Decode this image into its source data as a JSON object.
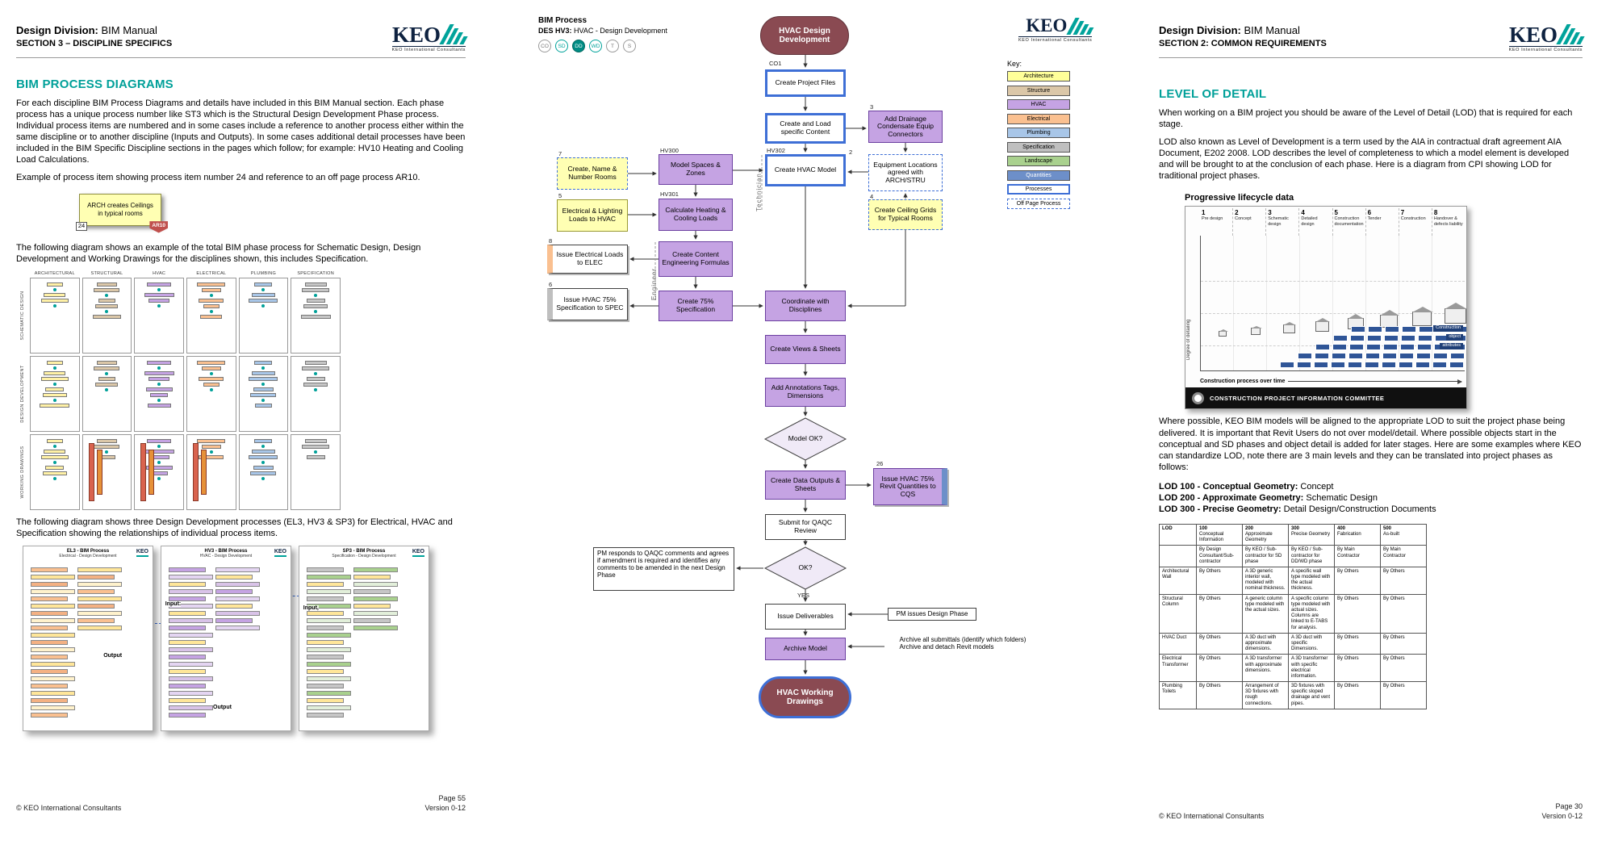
{
  "logo": {
    "text": "KEO",
    "tagline": "KEO International Consultants"
  },
  "left_page": {
    "header": {
      "line1_bold": "Design Division:",
      "line1_rest": " BIM Manual",
      "line2": "SECTION 3 – DISCIPLINE SPECIFICS"
    },
    "heading": "BIM PROCESS DIAGRAMS",
    "para1": "For each discipline BIM Process Diagrams and details have included in this BIM Manual section. Each phase process has a unique process number like ST3 which is the Structural Design Development Phase process. Individual process items are numbered and in some cases include a reference to another process either within the same discipline or to another discipline (Inputs and Outputs). In some cases additional detail processes have been included in the BIM Specific Discipline sections in the pages which follow; for example: HV10 Heating and Cooling Load Calculations.",
    "para2": "Example of process item showing process item number 24 and reference to an off page process AR10.",
    "example_item": {
      "label": "ARCH creates Ceilings in typical rooms",
      "number": "24",
      "ref": "AR10"
    },
    "para3": "The following diagram shows an example of the total BIM phase process for Schematic Design, Design Development and Working Drawings for the disciplines shown, this includes Specification.",
    "matrix": {
      "columns": [
        "ARCHITECTURAL",
        "STRUCTURAL",
        "HVAC",
        "ELECTRICAL",
        "PLUMBING",
        "SPECIFICATION"
      ],
      "rows": [
        "SCHEMATIC DESIGN",
        "DESIGN DEVELOPMENT",
        "WORKING DRAWINGS"
      ]
    },
    "para4": "The following diagram shows three Design Development processes (EL3, HV3 & SP3) for Electrical, HVAC and Specification showing the relationships of individual process items.",
    "thumbnails": [
      {
        "title": "EL3 - BIM Process",
        "subtitle": "Electrical - Design Development",
        "labels": [
          "Output"
        ]
      },
      {
        "title": "HV3 - BIM Process",
        "subtitle": "HVAC - Design Development",
        "labels": [
          "Input:",
          "Output"
        ]
      },
      {
        "title": "SP3 - BIM Process",
        "subtitle": "Specification - Design Development",
        "labels": [
          "Input,"
        ]
      }
    ],
    "footer": {
      "left": "© KEO International Consultants",
      "page": "Page 55",
      "version": "Version 0-12"
    }
  },
  "flowchart": {
    "title": "BIM Process",
    "subtitle_bold": "DES HV3:",
    "subtitle_rest": " HVAC - Design Development",
    "phases": [
      {
        "label": "CO",
        "state": "dim"
      },
      {
        "label": "SD",
        "state": "ring"
      },
      {
        "label": "DD",
        "state": "fill"
      },
      {
        "label": "WD",
        "state": "ring"
      },
      {
        "label": "T",
        "state": "dim"
      },
      {
        "label": "S",
        "state": "dim"
      }
    ],
    "lanes": [
      "Technician",
      "Engineer"
    ],
    "key": {
      "title": "Key:",
      "items": [
        {
          "label": "Architecture",
          "color": "#FFFF99",
          "style": "solid"
        },
        {
          "label": "Structure",
          "color": "#DBC7A8",
          "style": "solid"
        },
        {
          "label": "HVAC",
          "color": "#C5A3E3",
          "style": "solid"
        },
        {
          "label": "Electrical",
          "color": "#FAC090",
          "style": "solid"
        },
        {
          "label": "Plumbing",
          "color": "#A8C6E8",
          "style": "solid"
        },
        {
          "label": "Specification",
          "color": "#BFBFBF",
          "style": "solid"
        },
        {
          "label": "Landscape",
          "color": "#A9D18E",
          "style": "solid"
        },
        {
          "label": "Quantities",
          "color": "#6D8FC9",
          "style": "solid-dark"
        },
        {
          "label": "Processes",
          "color": "#FFFFFF",
          "style": "process"
        },
        {
          "label": "Off Page Process",
          "color": "#FFFFFF",
          "style": "dashed"
        }
      ]
    },
    "nodes": [
      {
        "id": "start",
        "label": "HVAC Design Development",
        "type": "terminator"
      },
      {
        "id": "cpf",
        "label": "Create Project Files",
        "type": "process-blue"
      },
      {
        "id": "clc",
        "label": "Create and Load specific Content",
        "type": "process-blue"
      },
      {
        "id": "addDrain",
        "label": "Add Drainage Condensate Equip Connectors",
        "type": "hvac"
      },
      {
        "id": "chm",
        "label": "Create HVAC Model",
        "type": "process-blue"
      },
      {
        "id": "equip",
        "label": "Equipment Locations agreed with ARCH/STRU",
        "type": "offpage"
      },
      {
        "id": "ceiling",
        "label": "Create Ceiling Grids for Typical Rooms",
        "type": "arch-offpage"
      },
      {
        "id": "rooms",
        "label": "Create, Name & Number Rooms",
        "type": "arch-offpage"
      },
      {
        "id": "spaces",
        "label": "Model Spaces & Zones",
        "type": "hvac"
      },
      {
        "id": "elecLight",
        "label": "Electrical & Lighting Loads to HVAC",
        "type": "arch"
      },
      {
        "id": "calcHeat",
        "label": "Calculate Heating & Cooling Loads",
        "type": "hvac"
      },
      {
        "id": "issueElec",
        "label": "Issue Electrical Loads to ELEC",
        "type": "issue-elec"
      },
      {
        "id": "contentEng",
        "label": "Create Content Engineering Formulas",
        "type": "hvac"
      },
      {
        "id": "issueSpec",
        "label": "Issue HVAC 75% Specification to SPEC",
        "type": "issue-spec"
      },
      {
        "id": "spec75",
        "label": "Create 75% Specification",
        "type": "hvac"
      },
      {
        "id": "coord",
        "label": "Coordinate with Disciplines",
        "type": "hvac"
      },
      {
        "id": "views",
        "label": "Create Views & Sheets",
        "type": "hvac"
      },
      {
        "id": "annot",
        "label": "Add Annotations Tags, Dimensions",
        "type": "hvac"
      },
      {
        "id": "modelOk",
        "label": "Model OK?",
        "type": "decision"
      },
      {
        "id": "dataOut",
        "label": "Create Data Outputs & Sheets",
        "type": "hvac"
      },
      {
        "id": "revitQ",
        "label": "Issue HVAC 75% Revit Quantities to CQS",
        "type": "hvac-quant"
      },
      {
        "id": "submit",
        "label": "Submit for QAQC Review",
        "type": "plain"
      },
      {
        "id": "ok",
        "label": "OK?",
        "type": "decision"
      },
      {
        "id": "pmResp",
        "label": "PM responds to QAQC comments and agrees if amendment is required and identifies any comments to be amended in the next Design Phase",
        "type": "note"
      },
      {
        "id": "issueDel",
        "label": "Issue Deliverables",
        "type": "plain"
      },
      {
        "id": "pmIssues",
        "label": "PM issues Design Phase",
        "type": "note"
      },
      {
        "id": "archive",
        "label": "Archive Model",
        "type": "hvac"
      },
      {
        "id": "archiveNote",
        "label": "Archive all submittals (identify which folders)\nArchive and detach Revit models",
        "type": "note-borderless"
      },
      {
        "id": "end",
        "label": "HVAC Working Drawings",
        "type": "terminator-end"
      }
    ],
    "small_labels": [
      {
        "id": "co1",
        "text": "CO1"
      },
      {
        "id": "hv302",
        "text": "HV302"
      },
      {
        "id": "hv300",
        "text": "HV300"
      },
      {
        "id": "hv301",
        "text": "HV301"
      },
      {
        "id": "n2",
        "text": "2"
      },
      {
        "id": "n3",
        "text": "3"
      },
      {
        "id": "n4",
        "text": "4"
      },
      {
        "id": "n5",
        "text": "5"
      },
      {
        "id": "n6",
        "text": "6"
      },
      {
        "id": "n7",
        "text": "7"
      },
      {
        "id": "n8",
        "text": "8"
      },
      {
        "id": "n26",
        "text": "26"
      },
      {
        "id": "yes",
        "text": "YES"
      }
    ]
  },
  "right_page": {
    "header": {
      "line1_bold": "Design Division:",
      "line1_rest": " BIM Manual",
      "line2": "SECTION 2: COMMON REQUIREMENTS"
    },
    "heading": "LEVEL OF DETAIL",
    "para1": "When working on a BIM project you should be aware of the Level of Detail (LOD) that is required for each stage.",
    "para2": "LOD also known as Level of Development is a term used by the AIA in contractual draft agreement AIA Document, E202 2008. LOD describes the level of completeness to which a model element is developed and will be brought to at the conclusion of each phase.  Here is a diagram from CPI showing LOD for traditional project phases.",
    "lifecycle": {
      "title": "Progressive lifecycle data",
      "y_axis": "Degree of detailing",
      "x_axis": "Construction process over time",
      "stages": [
        {
          "num": "1",
          "label": "Pre design"
        },
        {
          "num": "2",
          "label": "Concept"
        },
        {
          "num": "3",
          "label": "Schematic design"
        },
        {
          "num": "4",
          "label": "Detailed design"
        },
        {
          "num": "5",
          "label": "Construction documentation"
        },
        {
          "num": "6",
          "label": "Tender"
        },
        {
          "num": "7",
          "label": "Construction"
        },
        {
          "num": "8",
          "label": "Handover & defects liability"
        }
      ],
      "bar_labels": [
        "Construction",
        "object",
        "attributes"
      ],
      "footer_bar": "CONSTRUCTION PROJECT INFORMATION COMMITTEE"
    },
    "para3": "Where possible, KEO BIM models will be aligned to the appropriate LOD to suit the project phase being delivered. It is important that Revit Users do not over model/detail. Where possible objects start in the conceptual and SD phases and object detail is added for later stages. Here are some examples where KEO can standardize LOD, note there are 3 main levels and they can be translated into project phases as follows:",
    "lod_lines": [
      {
        "bold": "LOD 100 - Conceptual Geometry:",
        "rest": " Concept"
      },
      {
        "bold": "LOD 200 - Approximate Geometry:",
        "rest": " Schematic Design"
      },
      {
        "bold": "LOD 300 - Precise Geometry:",
        "rest": " Detail Design/Construction Documents"
      }
    ],
    "table": {
      "columns": [
        {
          "code": "LOD",
          "name": "",
          "by": ""
        },
        {
          "code": "100",
          "name": "Conceptual Information",
          "by": "By Design Consultant/Sub-contractor"
        },
        {
          "code": "200",
          "name": "Approximate Geometry",
          "by": "By KEO / Sub-contractor for SD phase"
        },
        {
          "code": "300",
          "name": "Precise Geometry",
          "by": "By KEO / Sub-contractor for DD/WD phase"
        },
        {
          "code": "400",
          "name": "Fabrication",
          "by": "By Main Contractor"
        },
        {
          "code": "500",
          "name": "As-built",
          "by": "By Main Contractor"
        }
      ],
      "rows": [
        {
          "label": "Architectural Wall",
          "cells": [
            "By Others",
            "A 3D generic interior wall, modeled with nominal thickness.",
            "A specific wall type modeled with the actual thickness.",
            "By Others",
            "By Others"
          ]
        },
        {
          "label": "Structural Column",
          "cells": [
            "By Others",
            "A generic column type modeled with the actual sizes.",
            "A specific column type modeled with actual sizes. Columns are linked to E-TABS for analysis.",
            "By Others",
            "By Others"
          ]
        },
        {
          "label": "HVAC Duct",
          "cells": [
            "By Others",
            "A 3D duct with approximate dimensions.",
            "A 3D duct with specific Dimensions.",
            "By Others",
            "By Others"
          ]
        },
        {
          "label": "Electrical Transformer",
          "cells": [
            "By Others",
            "A 3D transformer with approximate dimensions.",
            "A 3D transformer with specific electrical information.",
            "By Others",
            "By Others"
          ]
        },
        {
          "label": "Plumbing Toilets",
          "cells": [
            "By Others",
            "Arrangement of 3D fixtures with rough connections.",
            "3D fixtures with specific sloped drainage and vent pipes.",
            "By Others",
            "By Others"
          ]
        }
      ]
    },
    "footer": {
      "left": "© KEO International Consultants",
      "page": "Page 30",
      "version": "Version 0-12"
    }
  }
}
